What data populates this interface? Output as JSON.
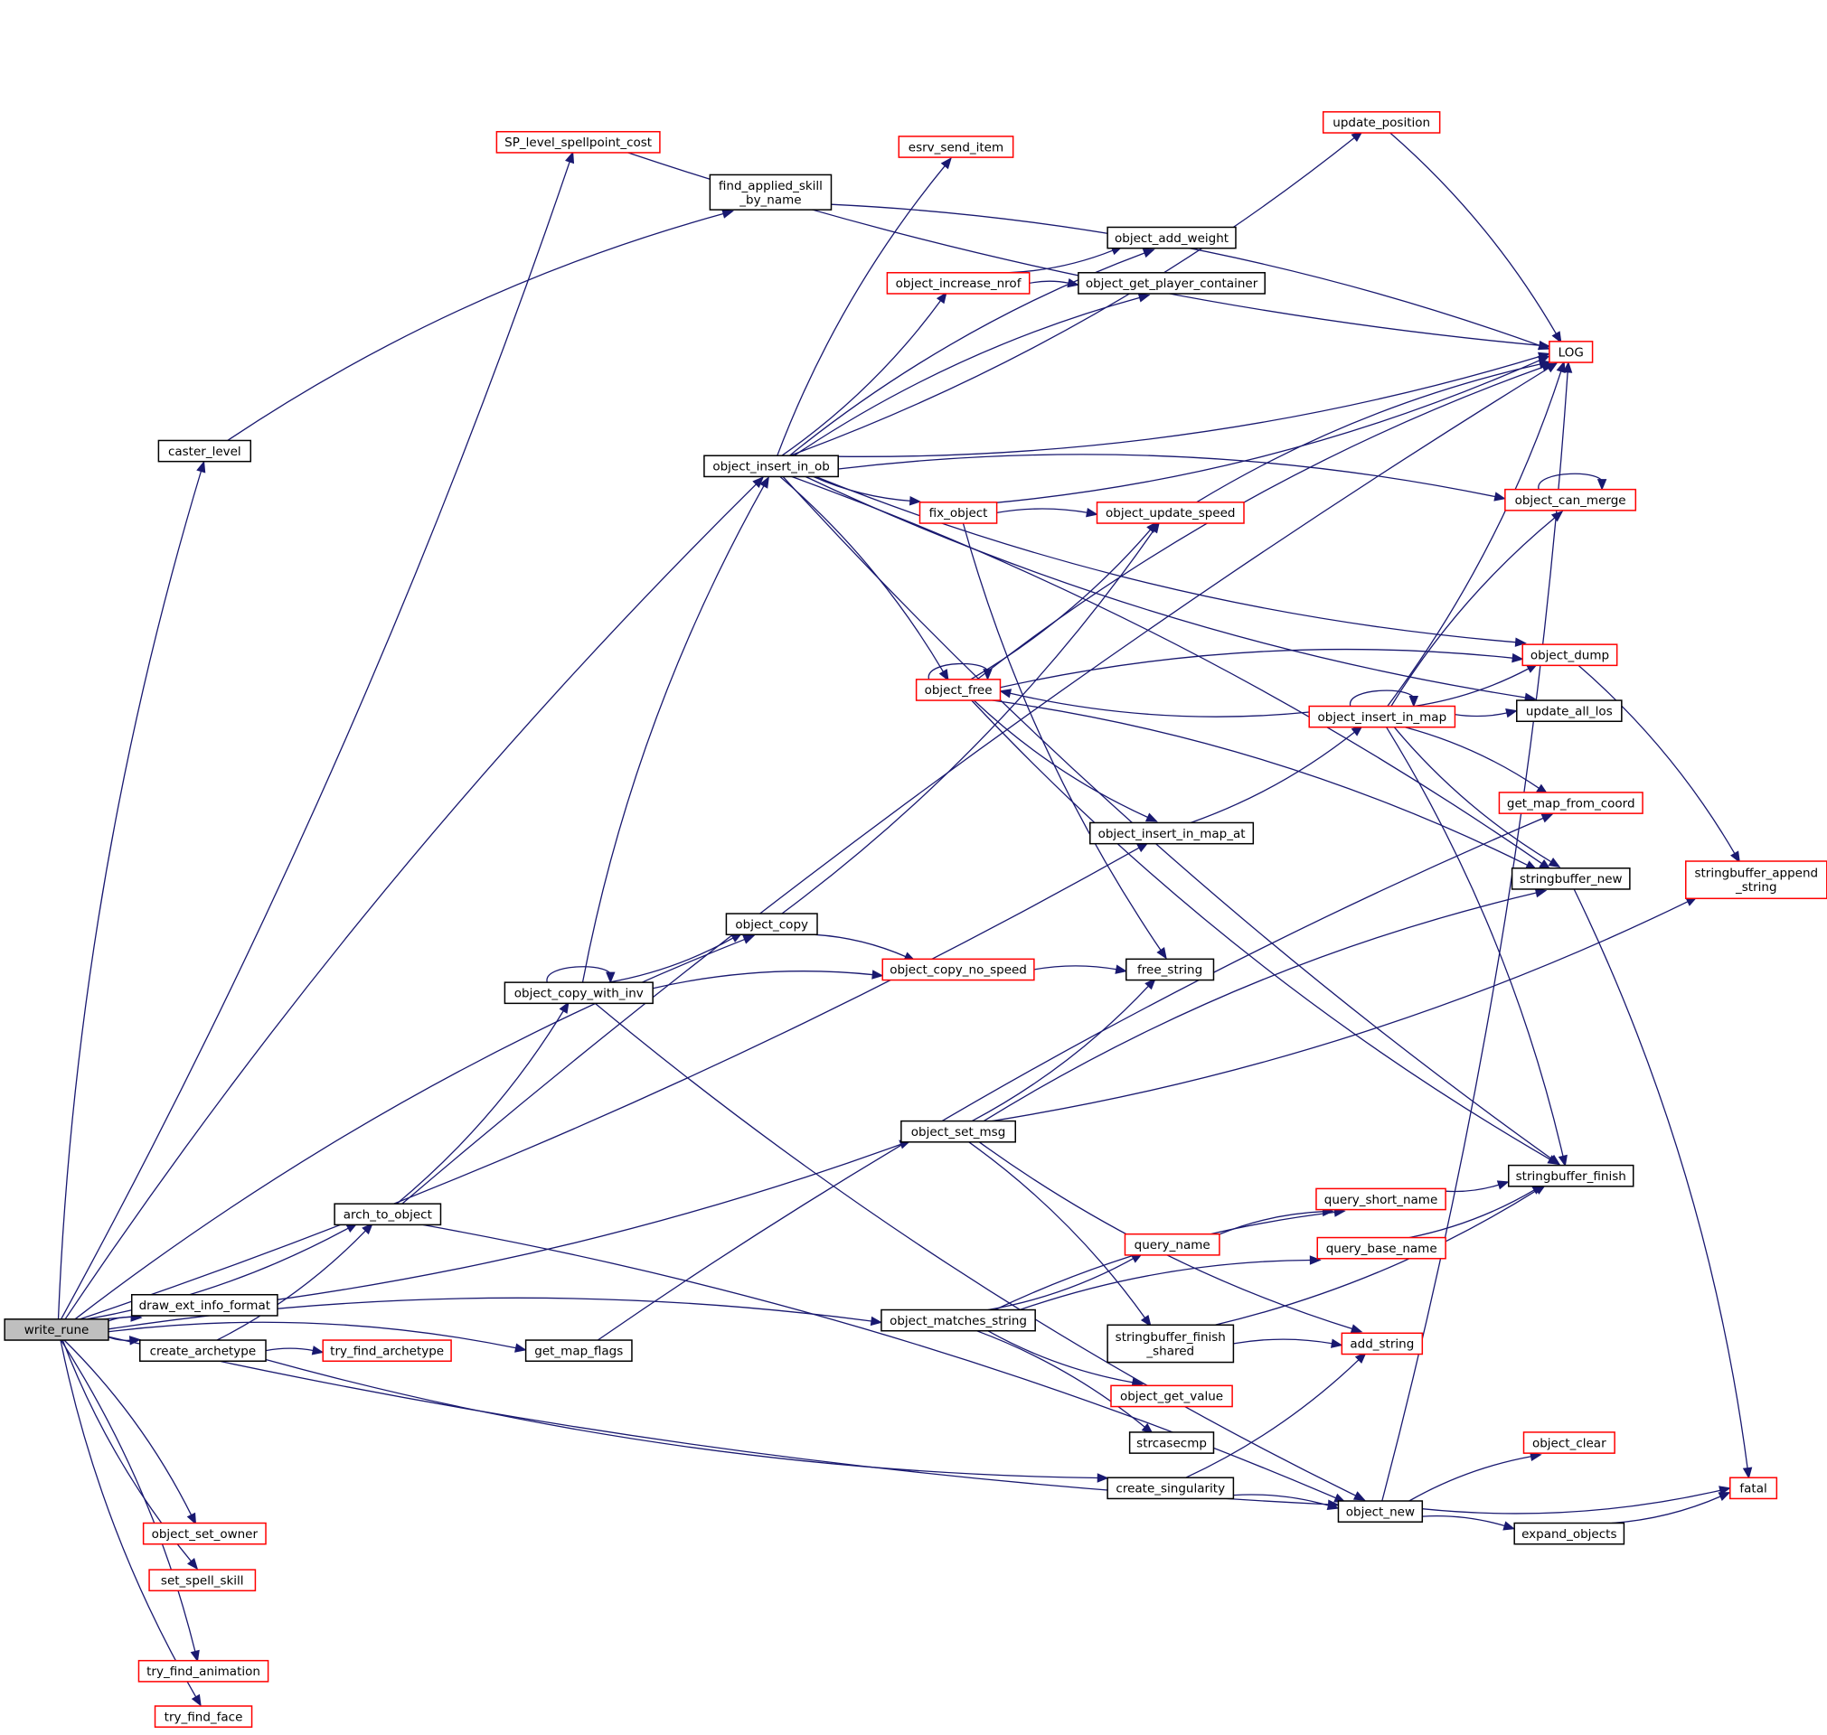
{
  "colors": {
    "edge": "#191970",
    "node_border_default": "#000000",
    "node_border_linked": "#ff0000",
    "root_fill": "#bfbfbf",
    "text": "#000000"
  },
  "nodes": [
    {
      "id": "write_rune",
      "lines": [
        "write_rune"
      ],
      "style": "root"
    },
    {
      "id": "caster_level",
      "lines": [
        "caster_level"
      ],
      "style": "black"
    },
    {
      "id": "SP_level_spellpoint_cost",
      "lines": [
        "SP_level_spellpoint_cost"
      ],
      "style": "red"
    },
    {
      "id": "find_applied_skill_by_name",
      "lines": [
        "find_applied_skill",
        "_by_name"
      ],
      "style": "black"
    },
    {
      "id": "LOG",
      "lines": [
        "LOG"
      ],
      "style": "red"
    },
    {
      "id": "object_insert_in_ob",
      "lines": [
        "object_insert_in_ob"
      ],
      "style": "black"
    },
    {
      "id": "update_position",
      "lines": [
        "update_position"
      ],
      "style": "red"
    },
    {
      "id": "esrv_send_item",
      "lines": [
        "esrv_send_item"
      ],
      "style": "red"
    },
    {
      "id": "object_add_weight",
      "lines": [
        "object_add_weight"
      ],
      "style": "black"
    },
    {
      "id": "object_increase_nrof",
      "lines": [
        "object_increase_nrof"
      ],
      "style": "red"
    },
    {
      "id": "object_get_player_container",
      "lines": [
        "object_get_player_container"
      ],
      "style": "black"
    },
    {
      "id": "fix_object",
      "lines": [
        "fix_object"
      ],
      "style": "red"
    },
    {
      "id": "object_update_speed",
      "lines": [
        "object_update_speed"
      ],
      "style": "red"
    },
    {
      "id": "object_can_merge",
      "lines": [
        "object_can_merge"
      ],
      "style": "red"
    },
    {
      "id": "object_dump",
      "lines": [
        "object_dump"
      ],
      "style": "red"
    },
    {
      "id": "object_free",
      "lines": [
        "object_free"
      ],
      "style": "red"
    },
    {
      "id": "object_insert_in_map",
      "lines": [
        "object_insert_in_map"
      ],
      "style": "red"
    },
    {
      "id": "update_all_los",
      "lines": [
        "update_all_los"
      ],
      "style": "black"
    },
    {
      "id": "get_map_from_coord",
      "lines": [
        "get_map_from_coord"
      ],
      "style": "red"
    },
    {
      "id": "object_insert_in_map_at",
      "lines": [
        "object_insert_in_map_at"
      ],
      "style": "black"
    },
    {
      "id": "stringbuffer_new",
      "lines": [
        "stringbuffer_new"
      ],
      "style": "black"
    },
    {
      "id": "stringbuffer_append_string",
      "lines": [
        "stringbuffer_append",
        "_string"
      ],
      "style": "red"
    },
    {
      "id": "object_copy",
      "lines": [
        "object_copy"
      ],
      "style": "black"
    },
    {
      "id": "object_copy_with_inv",
      "lines": [
        "object_copy_with_inv"
      ],
      "style": "black"
    },
    {
      "id": "object_copy_no_speed",
      "lines": [
        "object_copy_no_speed"
      ],
      "style": "red"
    },
    {
      "id": "free_string",
      "lines": [
        "free_string"
      ],
      "style": "black"
    },
    {
      "id": "object_set_msg",
      "lines": [
        "object_set_msg"
      ],
      "style": "black"
    },
    {
      "id": "stringbuffer_finish",
      "lines": [
        "stringbuffer_finish"
      ],
      "style": "black"
    },
    {
      "id": "arch_to_object",
      "lines": [
        "arch_to_object"
      ],
      "style": "black"
    },
    {
      "id": "query_short_name",
      "lines": [
        "query_short_name"
      ],
      "style": "red"
    },
    {
      "id": "query_name",
      "lines": [
        "query_name"
      ],
      "style": "red"
    },
    {
      "id": "query_base_name",
      "lines": [
        "query_base_name"
      ],
      "style": "red"
    },
    {
      "id": "draw_ext_info_format",
      "lines": [
        "draw_ext_info_format"
      ],
      "style": "black"
    },
    {
      "id": "object_matches_string",
      "lines": [
        "object_matches_string"
      ],
      "style": "black"
    },
    {
      "id": "stringbuffer_finish_shared",
      "lines": [
        "stringbuffer_finish",
        "_shared"
      ],
      "style": "black"
    },
    {
      "id": "add_string",
      "lines": [
        "add_string"
      ],
      "style": "red"
    },
    {
      "id": "create_archetype",
      "lines": [
        "create_archetype"
      ],
      "style": "black"
    },
    {
      "id": "try_find_archetype",
      "lines": [
        "try_find_archetype"
      ],
      "style": "red"
    },
    {
      "id": "get_map_flags",
      "lines": [
        "get_map_flags"
      ],
      "style": "black"
    },
    {
      "id": "object_get_value",
      "lines": [
        "object_get_value"
      ],
      "style": "red"
    },
    {
      "id": "strcasecmp",
      "lines": [
        "strcasecmp"
      ],
      "style": "black"
    },
    {
      "id": "object_clear",
      "lines": [
        "object_clear"
      ],
      "style": "red"
    },
    {
      "id": "create_singularity",
      "lines": [
        "create_singularity"
      ],
      "style": "black"
    },
    {
      "id": "fatal",
      "lines": [
        "fatal"
      ],
      "style": "red"
    },
    {
      "id": "object_new",
      "lines": [
        "object_new"
      ],
      "style": "black"
    },
    {
      "id": "expand_objects",
      "lines": [
        "expand_objects"
      ],
      "style": "black"
    },
    {
      "id": "object_set_owner",
      "lines": [
        "object_set_owner"
      ],
      "style": "red"
    },
    {
      "id": "set_spell_skill",
      "lines": [
        "set_spell_skill"
      ],
      "style": "red"
    },
    {
      "id": "try_find_animation",
      "lines": [
        "try_find_animation"
      ],
      "style": "red"
    },
    {
      "id": "try_find_face",
      "lines": [
        "try_find_face"
      ],
      "style": "red"
    }
  ],
  "edges": [
    [
      "write_rune",
      "caster_level"
    ],
    [
      "write_rune",
      "SP_level_spellpoint_cost"
    ],
    [
      "write_rune",
      "object_insert_in_ob"
    ],
    [
      "write_rune",
      "object_insert_in_map_at"
    ],
    [
      "write_rune",
      "object_copy"
    ],
    [
      "write_rune",
      "arch_to_object"
    ],
    [
      "write_rune",
      "draw_ext_info_format"
    ],
    [
      "write_rune",
      "create_archetype"
    ],
    [
      "write_rune",
      "get_map_flags"
    ],
    [
      "write_rune",
      "object_set_msg"
    ],
    [
      "write_rune",
      "object_matches_string"
    ],
    [
      "write_rune",
      "object_new"
    ],
    [
      "write_rune",
      "object_set_owner"
    ],
    [
      "write_rune",
      "set_spell_skill"
    ],
    [
      "write_rune",
      "try_find_animation"
    ],
    [
      "write_rune",
      "try_find_face"
    ],
    [
      "caster_level",
      "find_applied_skill_by_name"
    ],
    [
      "SP_level_spellpoint_cost",
      "LOG"
    ],
    [
      "find_applied_skill_by_name",
      "LOG"
    ],
    [
      "object_insert_in_ob",
      "update_position"
    ],
    [
      "object_insert_in_ob",
      "esrv_send_item"
    ],
    [
      "object_insert_in_ob",
      "LOG"
    ],
    [
      "object_insert_in_ob",
      "object_add_weight"
    ],
    [
      "object_insert_in_ob",
      "object_increase_nrof"
    ],
    [
      "object_insert_in_ob",
      "object_get_player_container"
    ],
    [
      "object_insert_in_ob",
      "fix_object"
    ],
    [
      "object_insert_in_ob",
      "object_can_merge"
    ],
    [
      "object_insert_in_ob",
      "object_dump"
    ],
    [
      "object_insert_in_ob",
      "object_free"
    ],
    [
      "object_insert_in_ob",
      "update_all_los"
    ],
    [
      "object_insert_in_ob",
      "stringbuffer_new"
    ],
    [
      "object_insert_in_ob",
      "stringbuffer_finish"
    ],
    [
      "update_position",
      "LOG"
    ],
    [
      "object_increase_nrof",
      "object_add_weight"
    ],
    [
      "object_increase_nrof",
      "object_get_player_container"
    ],
    [
      "fix_object",
      "LOG"
    ],
    [
      "fix_object",
      "object_update_speed"
    ],
    [
      "fix_object",
      "free_string"
    ],
    [
      "object_update_speed",
      "LOG"
    ],
    [
      "object_can_merge",
      "object_can_merge"
    ],
    [
      "object_dump",
      "stringbuffer_append_string"
    ],
    [
      "object_free",
      "object_free"
    ],
    [
      "object_free",
      "LOG"
    ],
    [
      "object_free",
      "object_update_speed"
    ],
    [
      "object_free",
      "object_dump"
    ],
    [
      "object_free",
      "object_insert_in_map_at"
    ],
    [
      "object_free",
      "stringbuffer_new"
    ],
    [
      "object_free",
      "stringbuffer_finish"
    ],
    [
      "object_insert_in_map",
      "object_insert_in_map"
    ],
    [
      "object_insert_in_map",
      "LOG"
    ],
    [
      "object_insert_in_map",
      "object_can_merge"
    ],
    [
      "object_insert_in_map",
      "object_dump"
    ],
    [
      "object_insert_in_map",
      "object_free"
    ],
    [
      "object_insert_in_map",
      "update_all_los"
    ],
    [
      "object_insert_in_map",
      "get_map_from_coord"
    ],
    [
      "object_insert_in_map",
      "stringbuffer_new"
    ],
    [
      "object_insert_in_map",
      "stringbuffer_finish"
    ],
    [
      "object_insert_in_map_at",
      "object_insert_in_map"
    ],
    [
      "stringbuffer_new",
      "fatal"
    ],
    [
      "object_copy",
      "object_update_speed"
    ],
    [
      "object_copy",
      "object_copy_no_speed"
    ],
    [
      "object_copy_with_inv",
      "object_copy_with_inv"
    ],
    [
      "object_copy_with_inv",
      "object_insert_in_ob"
    ],
    [
      "object_copy_with_inv",
      "object_copy"
    ],
    [
      "object_copy_with_inv",
      "object_copy_no_speed"
    ],
    [
      "object_copy_with_inv",
      "object_new"
    ],
    [
      "object_copy_no_speed",
      "free_string"
    ],
    [
      "object_set_msg",
      "free_string"
    ],
    [
      "object_set_msg",
      "stringbuffer_new"
    ],
    [
      "object_set_msg",
      "stringbuffer_append_string"
    ],
    [
      "object_set_msg",
      "stringbuffer_finish_shared"
    ],
    [
      "object_set_msg",
      "add_string"
    ],
    [
      "arch_to_object",
      "LOG"
    ],
    [
      "arch_to_object",
      "object_copy_with_inv"
    ],
    [
      "arch_to_object",
      "object_new"
    ],
    [
      "query_short_name",
      "stringbuffer_finish"
    ],
    [
      "query_name",
      "query_short_name"
    ],
    [
      "query_base_name",
      "stringbuffer_finish"
    ],
    [
      "object_matches_string",
      "query_short_name"
    ],
    [
      "object_matches_string",
      "query_name"
    ],
    [
      "object_matches_string",
      "query_base_name"
    ],
    [
      "object_matches_string",
      "object_get_value"
    ],
    [
      "object_matches_string",
      "strcasecmp"
    ],
    [
      "stringbuffer_finish_shared",
      "stringbuffer_finish"
    ],
    [
      "stringbuffer_finish_shared",
      "add_string"
    ],
    [
      "create_archetype",
      "arch_to_object"
    ],
    [
      "create_archetype",
      "try_find_archetype"
    ],
    [
      "create_archetype",
      "create_singularity"
    ],
    [
      "get_map_flags",
      "get_map_from_coord"
    ],
    [
      "create_singularity",
      "add_string"
    ],
    [
      "create_singularity",
      "object_new"
    ],
    [
      "object_new",
      "LOG"
    ],
    [
      "object_new",
      "object_clear"
    ],
    [
      "object_new",
      "fatal"
    ],
    [
      "object_new",
      "expand_objects"
    ],
    [
      "expand_objects",
      "fatal"
    ]
  ]
}
